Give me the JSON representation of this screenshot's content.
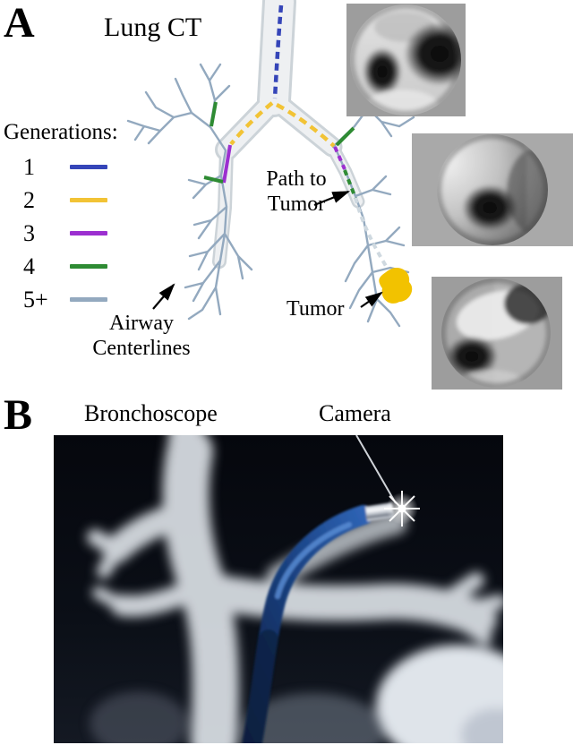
{
  "panel_a": {
    "label": "A",
    "title": "Lung CT",
    "legend": {
      "heading": "Generations:",
      "items": [
        {
          "label": "1",
          "color": "#3545b8"
        },
        {
          "label": "2",
          "color": "#f2c335"
        },
        {
          "label": "3",
          "color": "#9c2fd0"
        },
        {
          "label": "4",
          "color": "#2e8b33"
        },
        {
          "label": "5+",
          "color": "#93a9bf"
        }
      ]
    },
    "annotations": {
      "path_line1": "Path to",
      "path_line2": "Tumor",
      "tumor": "Tumor",
      "airway_line1": "Airway",
      "airway_line2": "Centerlines"
    },
    "tumor_color": "#f2c200"
  },
  "panel_b": {
    "label": "B",
    "bronchoscope_label": "Bronchoscope",
    "camera_label": "Camera"
  }
}
